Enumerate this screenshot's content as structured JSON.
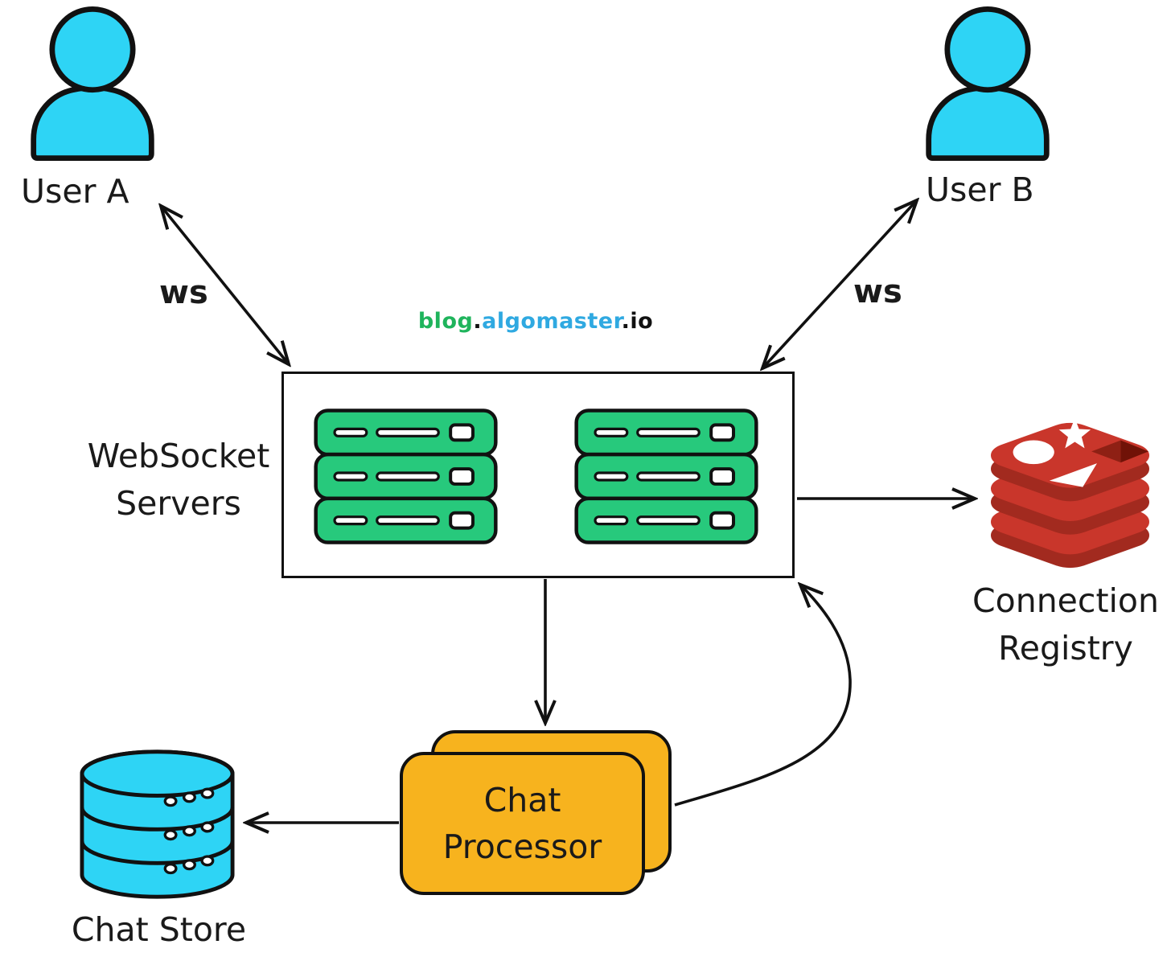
{
  "watermark": {
    "blog": "blog",
    "dot1": ".",
    "algomaster": "algomaster",
    "dot2": ".",
    "io": "io"
  },
  "nodes": {
    "user_a": {
      "label": "User A"
    },
    "user_b": {
      "label": "User B"
    },
    "websocket_servers": {
      "line1": "WebSocket",
      "line2": "Servers"
    },
    "connection_registry": {
      "line1": "Connection",
      "line2": "Registry"
    },
    "chat_processor": {
      "line1": "Chat",
      "line2": "Processor"
    },
    "chat_store": {
      "label": "Chat Store"
    }
  },
  "edges": {
    "user_a_ws": {
      "label": "ws"
    },
    "user_b_ws": {
      "label": "ws"
    }
  },
  "icons": {
    "user": "person-icon",
    "websocket_servers": "server-rack-icon",
    "connection_registry": "redis-stack-icon",
    "chat_store": "database-cylinder-icon"
  },
  "colors": {
    "user_fill": "#2ED4F5",
    "server_fill": "#27C97C",
    "processor_fill": "#F7B31E",
    "store_fill": "#2ED4F5",
    "redis_bright": "#C9362B",
    "redis_dark": "#A22A1F",
    "redis_pit_left": "#8E2014",
    "redis_pit_right": "#701207",
    "stroke": "#111111",
    "watermark_green": "#1FB45C",
    "watermark_blue": "#2FA9E1",
    "watermark_dark": "#111111"
  }
}
